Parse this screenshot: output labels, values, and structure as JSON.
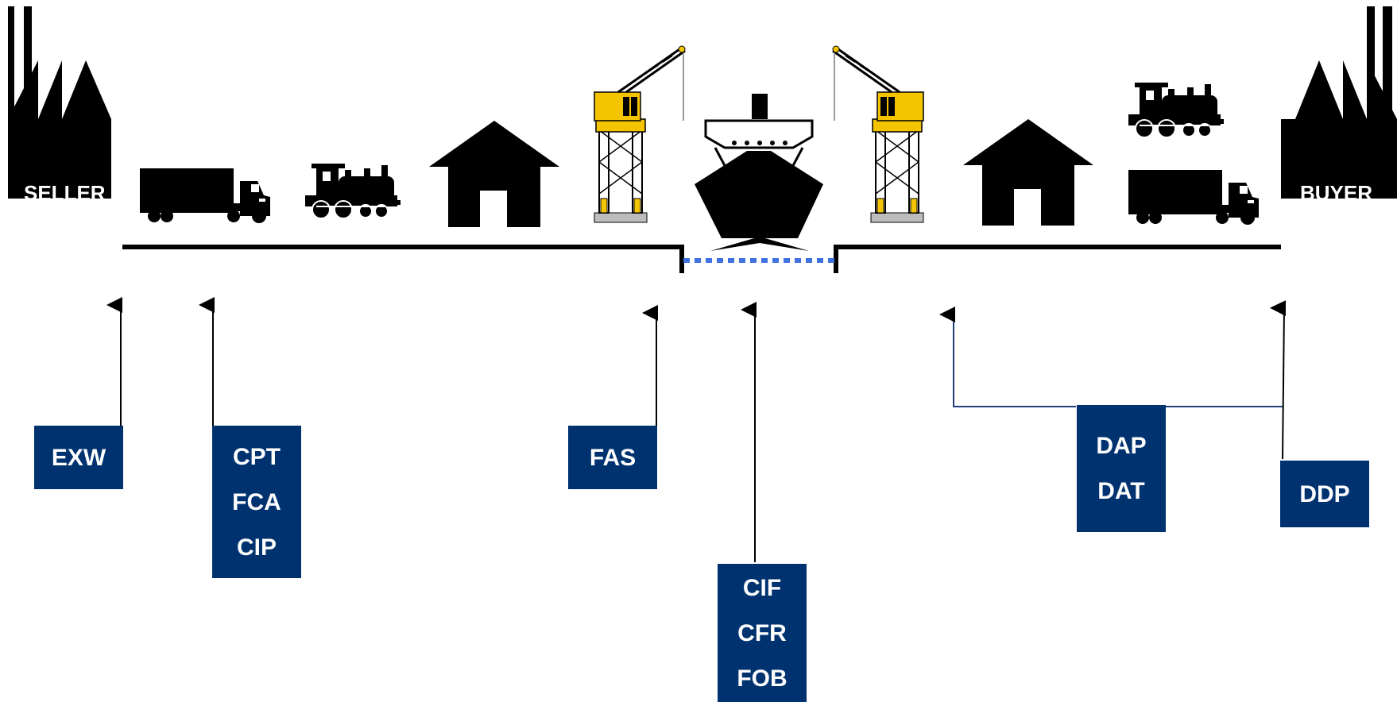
{
  "seller": {
    "label": "SELLER"
  },
  "buyer": {
    "label": "BUYER"
  },
  "terms": {
    "exw": [
      "EXW"
    ],
    "group_c_f": [
      "CPT",
      "FCA",
      "CIP"
    ],
    "fas": [
      "FAS"
    ],
    "sea": [
      "CIF",
      "CFR",
      "FOB"
    ],
    "dap_dat": [
      "DAP",
      "DAT"
    ],
    "ddp": [
      "DDP"
    ]
  },
  "colors": {
    "term_box": "#003270",
    "crane": "#F5C400",
    "quay_gap": "#3F72E0",
    "silhouettes": "#000000"
  }
}
